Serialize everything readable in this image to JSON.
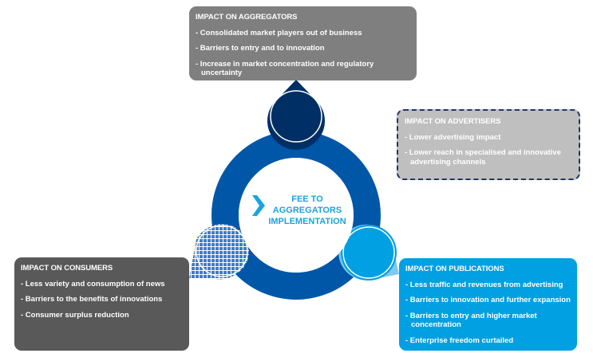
{
  "center": {
    "lines": [
      "FEE TO",
      "AGGREGATORS",
      "IMPLEMENTATION"
    ],
    "icon": "chevron-right-icon"
  },
  "aggregators": {
    "title": "IMPACT ON AGGREGATORS",
    "items": [
      "- Consolidated market players out of business",
      "- Barriers to entry and to innovation",
      "- Increase in market concentration and regulatory uncertainty"
    ]
  },
  "advertisers": {
    "title": "IMPACT ON ADVERTISERS",
    "items": [
      "- Lower advertising impact",
      "- Lower reach in specialised and innovative advertising channels"
    ]
  },
  "consumers": {
    "title": "IMPACT ON CONSUMERS",
    "items": [
      "- Less variety and consumption of news",
      "- Barriers to the benefits of innovations",
      "- Consumer surplus reduction"
    ]
  },
  "publications": {
    "title": "IMPACT ON PUBLICATIONS",
    "items": [
      "- Less traffic and revenues from advertising",
      "- Barriers to innovation and further expansion",
      "- Barriers to entry and higher market concentration",
      "- Enterprise freedom curtailed"
    ]
  },
  "colors": {
    "ring": "#0057a8",
    "navy": "#002f66",
    "cyan": "#00a0e3",
    "gray": "#7f7f7f",
    "dark": "#595959",
    "light": "#bfbfbf"
  }
}
